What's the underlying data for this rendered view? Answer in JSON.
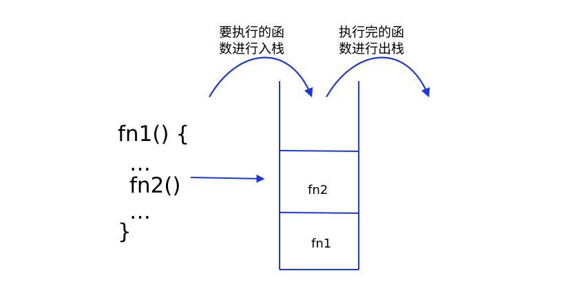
{
  "code": {
    "lines": [
      "fn1() {",
      "…",
      "fn2()",
      "…",
      "}"
    ]
  },
  "captions": {
    "push_line1": "要执行的函",
    "push_line2": "数进行入栈",
    "pop_line1": "执行完的函",
    "pop_line2": "数进行出栈"
  },
  "stack": {
    "frames": [
      "fn2",
      "fn1"
    ]
  },
  "colors": {
    "stroke": "#1835e6",
    "text": "#000000",
    "background": "#ffffff"
  }
}
